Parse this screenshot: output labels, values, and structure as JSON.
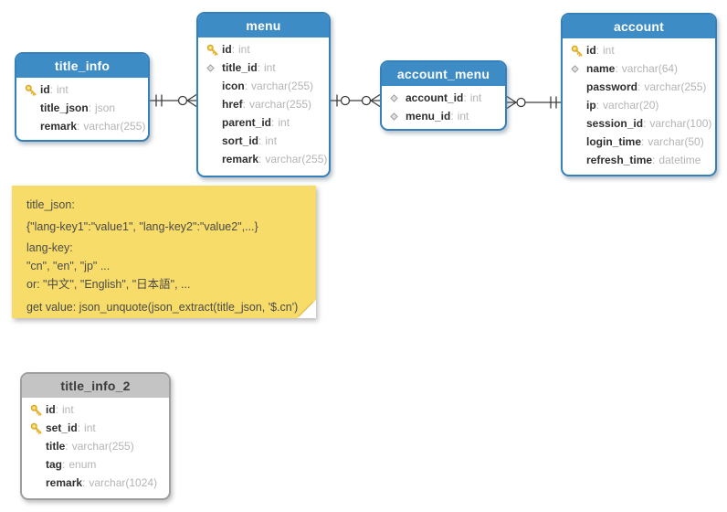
{
  "diagram": {
    "colors": {
      "table_header_blue": "#3d8cc5",
      "table_border_blue": "#3580b8",
      "table_header_gray": "#c4c4c4",
      "note_yellow": "#f8dc6a",
      "field_name_text": "#2f2f2f",
      "field_type_text": "#b4b4b4",
      "relationship_line": "#3d3d3d",
      "key_icon_gold": "#f6cc46",
      "diamond_icon_gray": "#e0e0e0"
    },
    "tables": [
      {
        "name": "title_info",
        "variant": "blue",
        "fields": [
          {
            "icon": "key",
            "name": "id",
            "type": "int"
          },
          {
            "icon": "none",
            "name": "title_json",
            "type": "json"
          },
          {
            "icon": "none",
            "name": "remark",
            "type": "varchar(255)"
          }
        ]
      },
      {
        "name": "menu",
        "variant": "blue",
        "fields": [
          {
            "icon": "key",
            "name": "id",
            "type": "int"
          },
          {
            "icon": "diamond",
            "name": "title_id",
            "type": "int"
          },
          {
            "icon": "none",
            "name": "icon",
            "type": "varchar(255)"
          },
          {
            "icon": "none",
            "name": "href",
            "type": "varchar(255)"
          },
          {
            "icon": "none",
            "name": "parent_id",
            "type": "int"
          },
          {
            "icon": "none",
            "name": "sort_id",
            "type": "int"
          },
          {
            "icon": "none",
            "name": "remark",
            "type": "varchar(255)"
          }
        ]
      },
      {
        "name": "account_menu",
        "variant": "blue",
        "fields": [
          {
            "icon": "diamond",
            "name": "account_id",
            "type": "int"
          },
          {
            "icon": "diamond",
            "name": "menu_id",
            "type": "int"
          }
        ]
      },
      {
        "name": "account",
        "variant": "blue",
        "fields": [
          {
            "icon": "key",
            "name": "id",
            "type": "int"
          },
          {
            "icon": "diamond",
            "name": "name",
            "type": "varchar(64)"
          },
          {
            "icon": "none",
            "name": "password",
            "type": "varchar(255)"
          },
          {
            "icon": "none",
            "name": "ip",
            "type": "varchar(20)"
          },
          {
            "icon": "none",
            "name": "session_id",
            "type": "varchar(100)"
          },
          {
            "icon": "none",
            "name": "login_time",
            "type": "varchar(50)"
          },
          {
            "icon": "none",
            "name": "refresh_time",
            "type": "datetime"
          }
        ]
      },
      {
        "name": "title_info_2",
        "variant": "gray",
        "fields": [
          {
            "icon": "key",
            "name": "id",
            "type": "int"
          },
          {
            "icon": "key",
            "name": "set_id",
            "type": "int"
          },
          {
            "icon": "none",
            "name": "title",
            "type": "varchar(255)"
          },
          {
            "icon": "none",
            "name": "tag",
            "type": "enum"
          },
          {
            "icon": "none",
            "name": "remark",
            "type": "varchar(1024)"
          }
        ]
      }
    ],
    "note": {
      "lines": [
        "title_json:",
        "{\"lang-key1\":\"value1\", \"lang-key2\":\"value2\",...}",
        "lang-key:",
        "\"cn\", \"en\", \"jp\" ...",
        "or: \"中文\", \"English\", \"日本語\", ...",
        "get value: json_unquote(json_extract(title_json, '$.cn')"
      ]
    },
    "relationships": [
      {
        "from": "title_info",
        "from_cardinality": "exactly-one",
        "to": "menu",
        "to_cardinality": "zero-or-many"
      },
      {
        "from": "menu",
        "from_cardinality": "zero-or-one",
        "to": "account_menu",
        "to_cardinality": "zero-or-many"
      },
      {
        "from": "account_menu",
        "from_cardinality": "zero-or-many",
        "to": "account",
        "to_cardinality": "exactly-one"
      }
    ]
  }
}
